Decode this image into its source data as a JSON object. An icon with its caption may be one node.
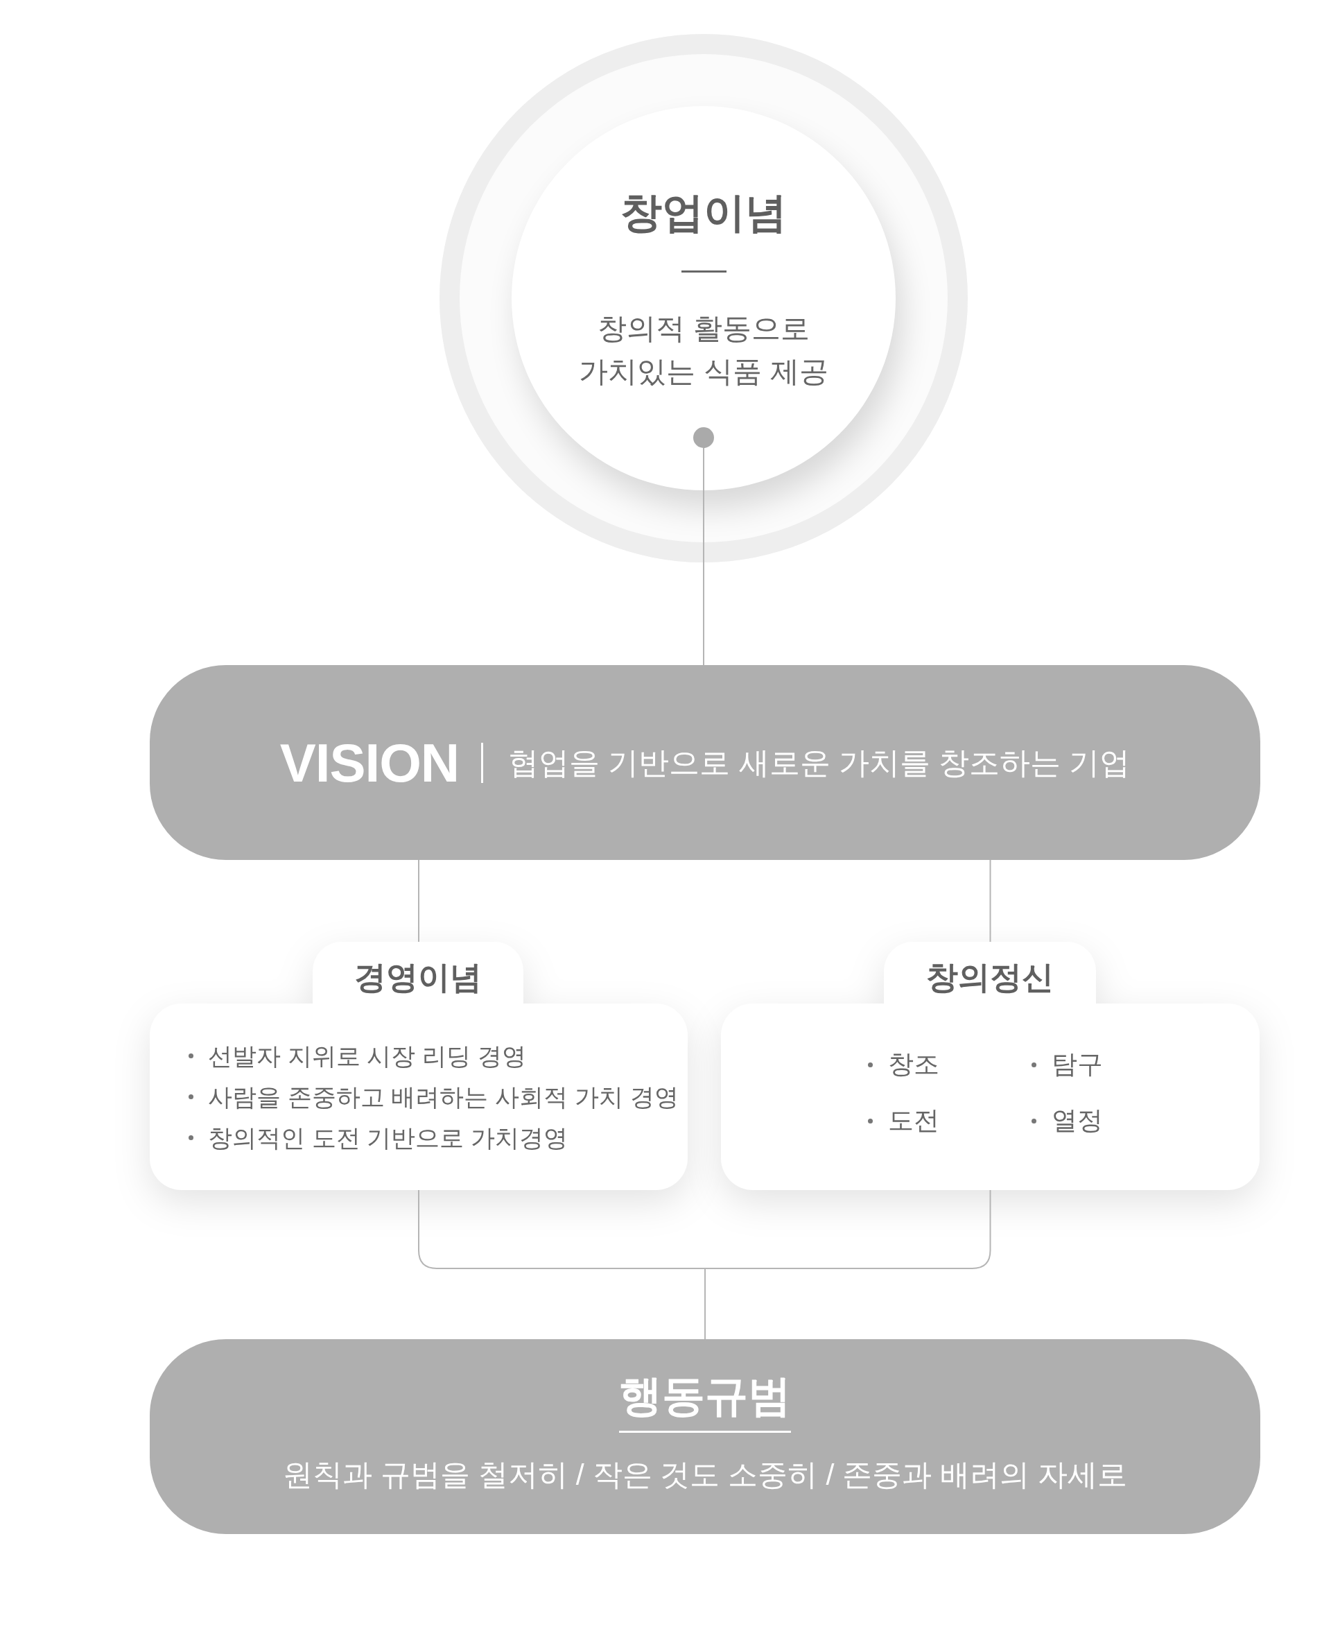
{
  "diagram": {
    "nodes": [
      {
        "text": [
          "창업이념",
          "창의적 활동으로 가치있는 식품 제공"
        ]
      },
      {
        "text": [],
        "shape": "circle",
        "in": 0
      },
      {
        "text": [
          "VISION",
          "협업을 기반으로 새로운 가치를 창조하는 기업"
        ]
      },
      {
        "text": [
          "경영이념",
          "선발자 지위로 시장 리딩 경영",
          "사람을 존중하고 배려하는 사회적 가치 경영",
          "창의적인 도전 기반으로 가치경영"
        ]
      },
      {
        "text": [
          "창의정신",
          "창조",
          "탐구",
          "도전",
          "열정"
        ]
      },
      {
        "text": [
          "행동규범",
          "원칙과 규범을 철저히 / 작은 것도 소중히 / 존중과 배려의 자세로"
        ]
      }
    ],
    "edges": [
      {
        "from": 1,
        "to": 2,
        "arrow": "none"
      },
      {
        "from": 2,
        "to": 3,
        "arrow": "none"
      },
      {
        "from": 2,
        "to": 4,
        "arrow": "none"
      },
      {
        "from": 3,
        "to": 5,
        "arrow": "none"
      },
      {
        "from": 4,
        "to": 5,
        "arrow": "none"
      }
    ]
  }
}
